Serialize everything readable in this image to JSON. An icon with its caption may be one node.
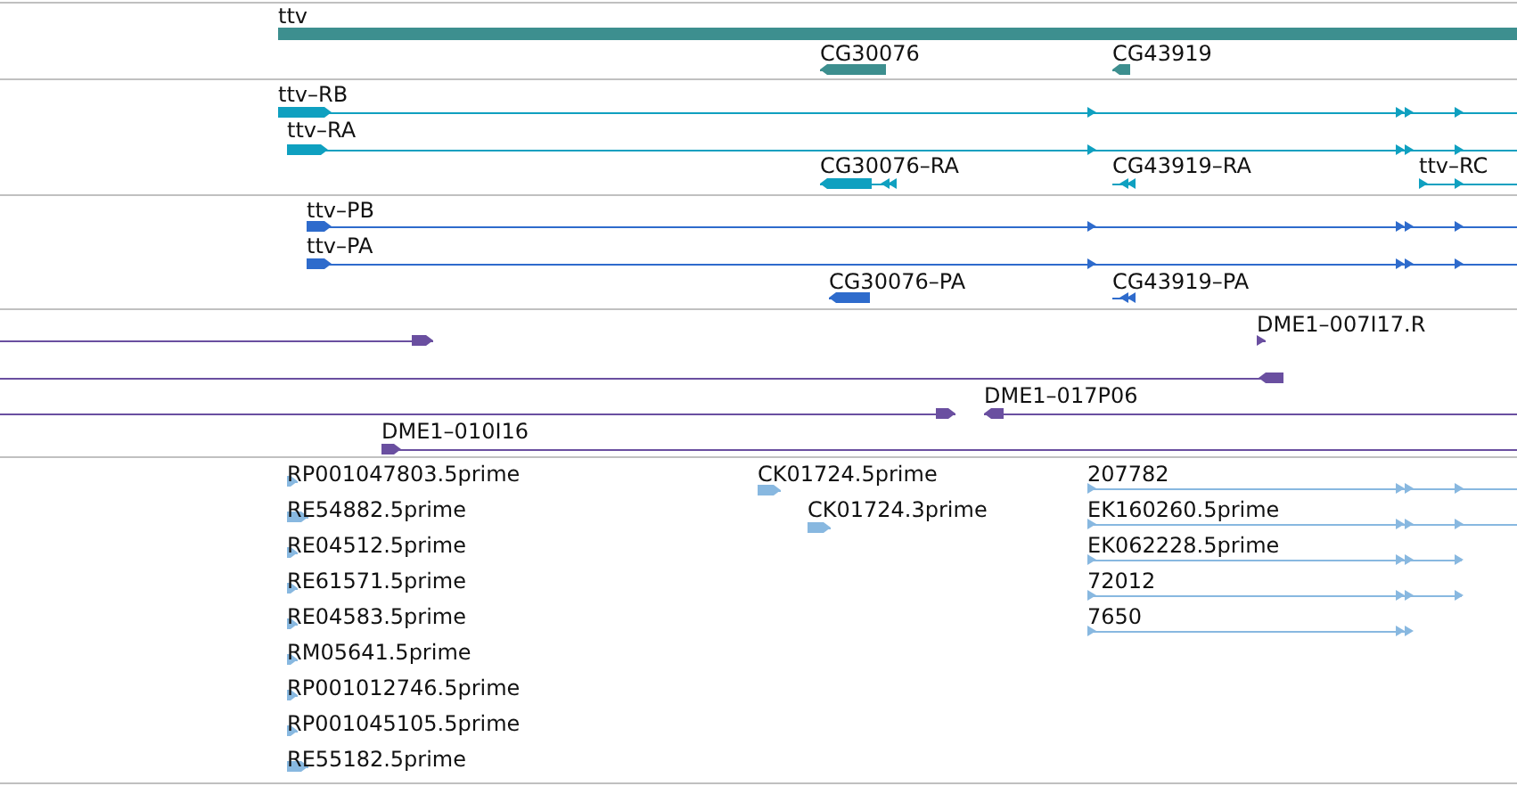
{
  "diagram": {
    "labels": [
      "ttv",
      "CG30076",
      "CG43919",
      "ttv–RB",
      "ttv–RA",
      "CG30076–RA",
      "CG43919–RA",
      "ttv–RC",
      "ttv–PB",
      "ttv–PA",
      "CG30076–PA",
      "CG43919–PA",
      "DME1–007I17.R",
      "DME1–017P06",
      "DME1–010I16",
      "RP001047803.5prime",
      "RE54882.5prime",
      "RE04512.5prime",
      "RE61571.5prime",
      "RE04583.5prime",
      "RM05641.5prime",
      "RP001012746.5prime",
      "RP001045105.5prime",
      "RE55182.5prime",
      "CK01724.5prime",
      "CK01724.3prime",
      "207782",
      "EK160260.5prime",
      "EK062228.5prime",
      "72012",
      "7650"
    ]
  }
}
